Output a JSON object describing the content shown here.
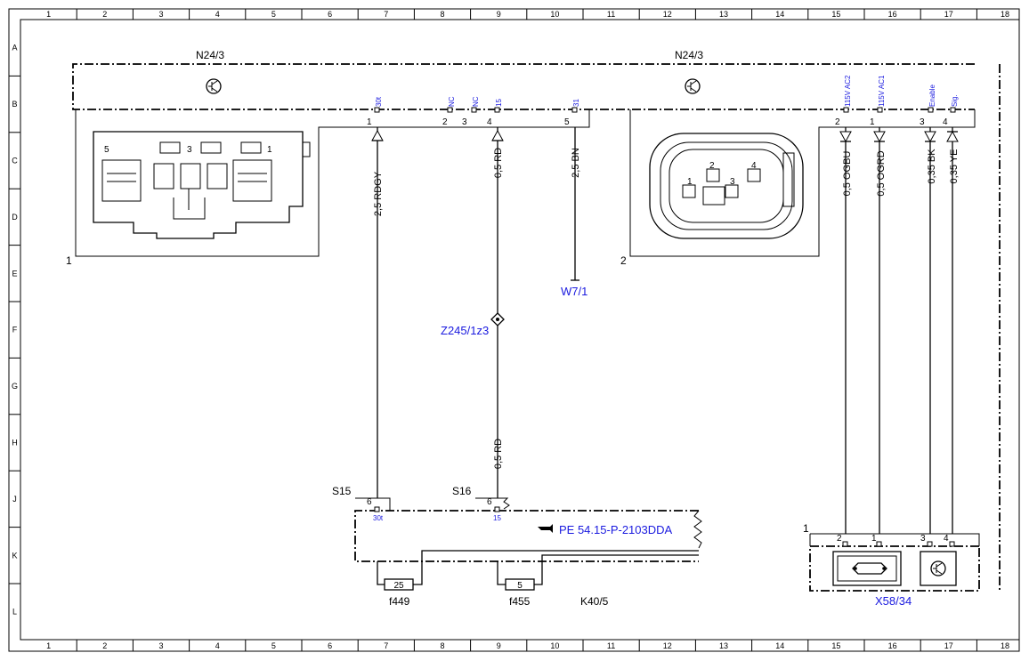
{
  "grid": {
    "columns": [
      "1",
      "2",
      "3",
      "4",
      "5",
      "6",
      "7",
      "8",
      "9",
      "10",
      "11",
      "12",
      "13",
      "14",
      "15",
      "16",
      "17",
      "18"
    ],
    "rows": [
      "A",
      "B",
      "C",
      "D",
      "E",
      "F",
      "G",
      "H",
      "J",
      "K",
      "L"
    ]
  },
  "components": {
    "n24_left_label": "N24/3",
    "n24_right_label": "N24/3",
    "connector1_label": "1",
    "connector2_label": "2",
    "x58_label": "X58/34",
    "x58_index": "1",
    "k40_label": "K40/5",
    "s15_label": "S15",
    "s16_label": "S16",
    "w7_label": "W7/1",
    "z245_label": "Z245/1z3",
    "pe_ref": "PE 54.15-P-2103DDA",
    "fuse_f449_label": "f449",
    "fuse_f449_value": "25",
    "fuse_f455_label": "f455",
    "fuse_f455_value": "5"
  },
  "connector1_face_pins": [
    "5",
    "3",
    "1"
  ],
  "connector2_face_pins": [
    "1",
    "2",
    "3",
    "4"
  ],
  "n24_pins_left": [
    {
      "name": "30t",
      "num": "1"
    },
    {
      "name": "NC",
      "num": "2"
    },
    {
      "name": "NC",
      "num": "3"
    },
    {
      "name": "15",
      "num": "4"
    },
    {
      "name": "31",
      "num": "5"
    }
  ],
  "n24_pins_right": [
    {
      "name": "115V AC2",
      "num": "2"
    },
    {
      "name": "115V AC1",
      "num": "1"
    },
    {
      "name": "Enable",
      "num": "3"
    },
    {
      "name": "Sig.",
      "num": "4"
    }
  ],
  "wires": {
    "w1": "2,5 RDGY",
    "w2": "0,5 RD",
    "w3": "2,5 BN",
    "w4": "0,5 RD",
    "w5": "0,5 OGBU",
    "w6": "0,5 OGRD",
    "w7": "0,35 BK",
    "w8": "0,35 YE"
  },
  "k40_pins": [
    {
      "num": "6",
      "name": "30t"
    },
    {
      "num": "6",
      "name": "15"
    }
  ],
  "x58_pins": [
    "2",
    "1",
    "3",
    "4"
  ]
}
